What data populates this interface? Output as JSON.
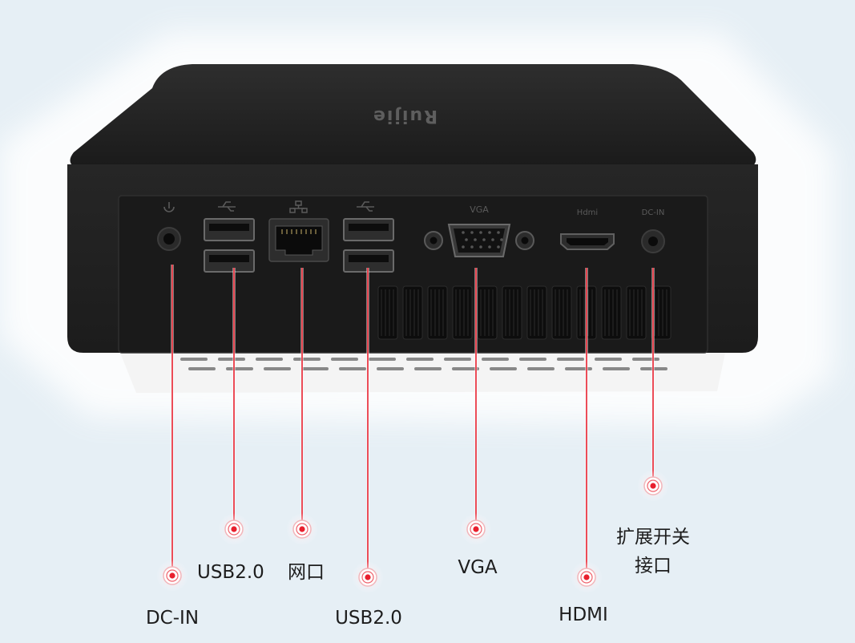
{
  "device": {
    "brand_logo": "Ruijie",
    "port_markings": {
      "vga": "VGA",
      "hdmi": "Hdmi",
      "dc_in": "DC-IN"
    }
  },
  "callouts": [
    {
      "id": "dc-in",
      "label": "DC-IN"
    },
    {
      "id": "usb-left",
      "label": "USB2.0"
    },
    {
      "id": "ethernet",
      "label": "网口"
    },
    {
      "id": "usb-right",
      "label": "USB2.0"
    },
    {
      "id": "vga",
      "label": "VGA"
    },
    {
      "id": "hdmi",
      "label": "HDMI"
    },
    {
      "id": "expansion-switch",
      "label": "扩展开关\n接口"
    }
  ],
  "colors": {
    "background": "#e6eff5",
    "device_body": "#1e1e1e",
    "callout_line": "#e8202e",
    "label_text": "#1d1d1d"
  }
}
